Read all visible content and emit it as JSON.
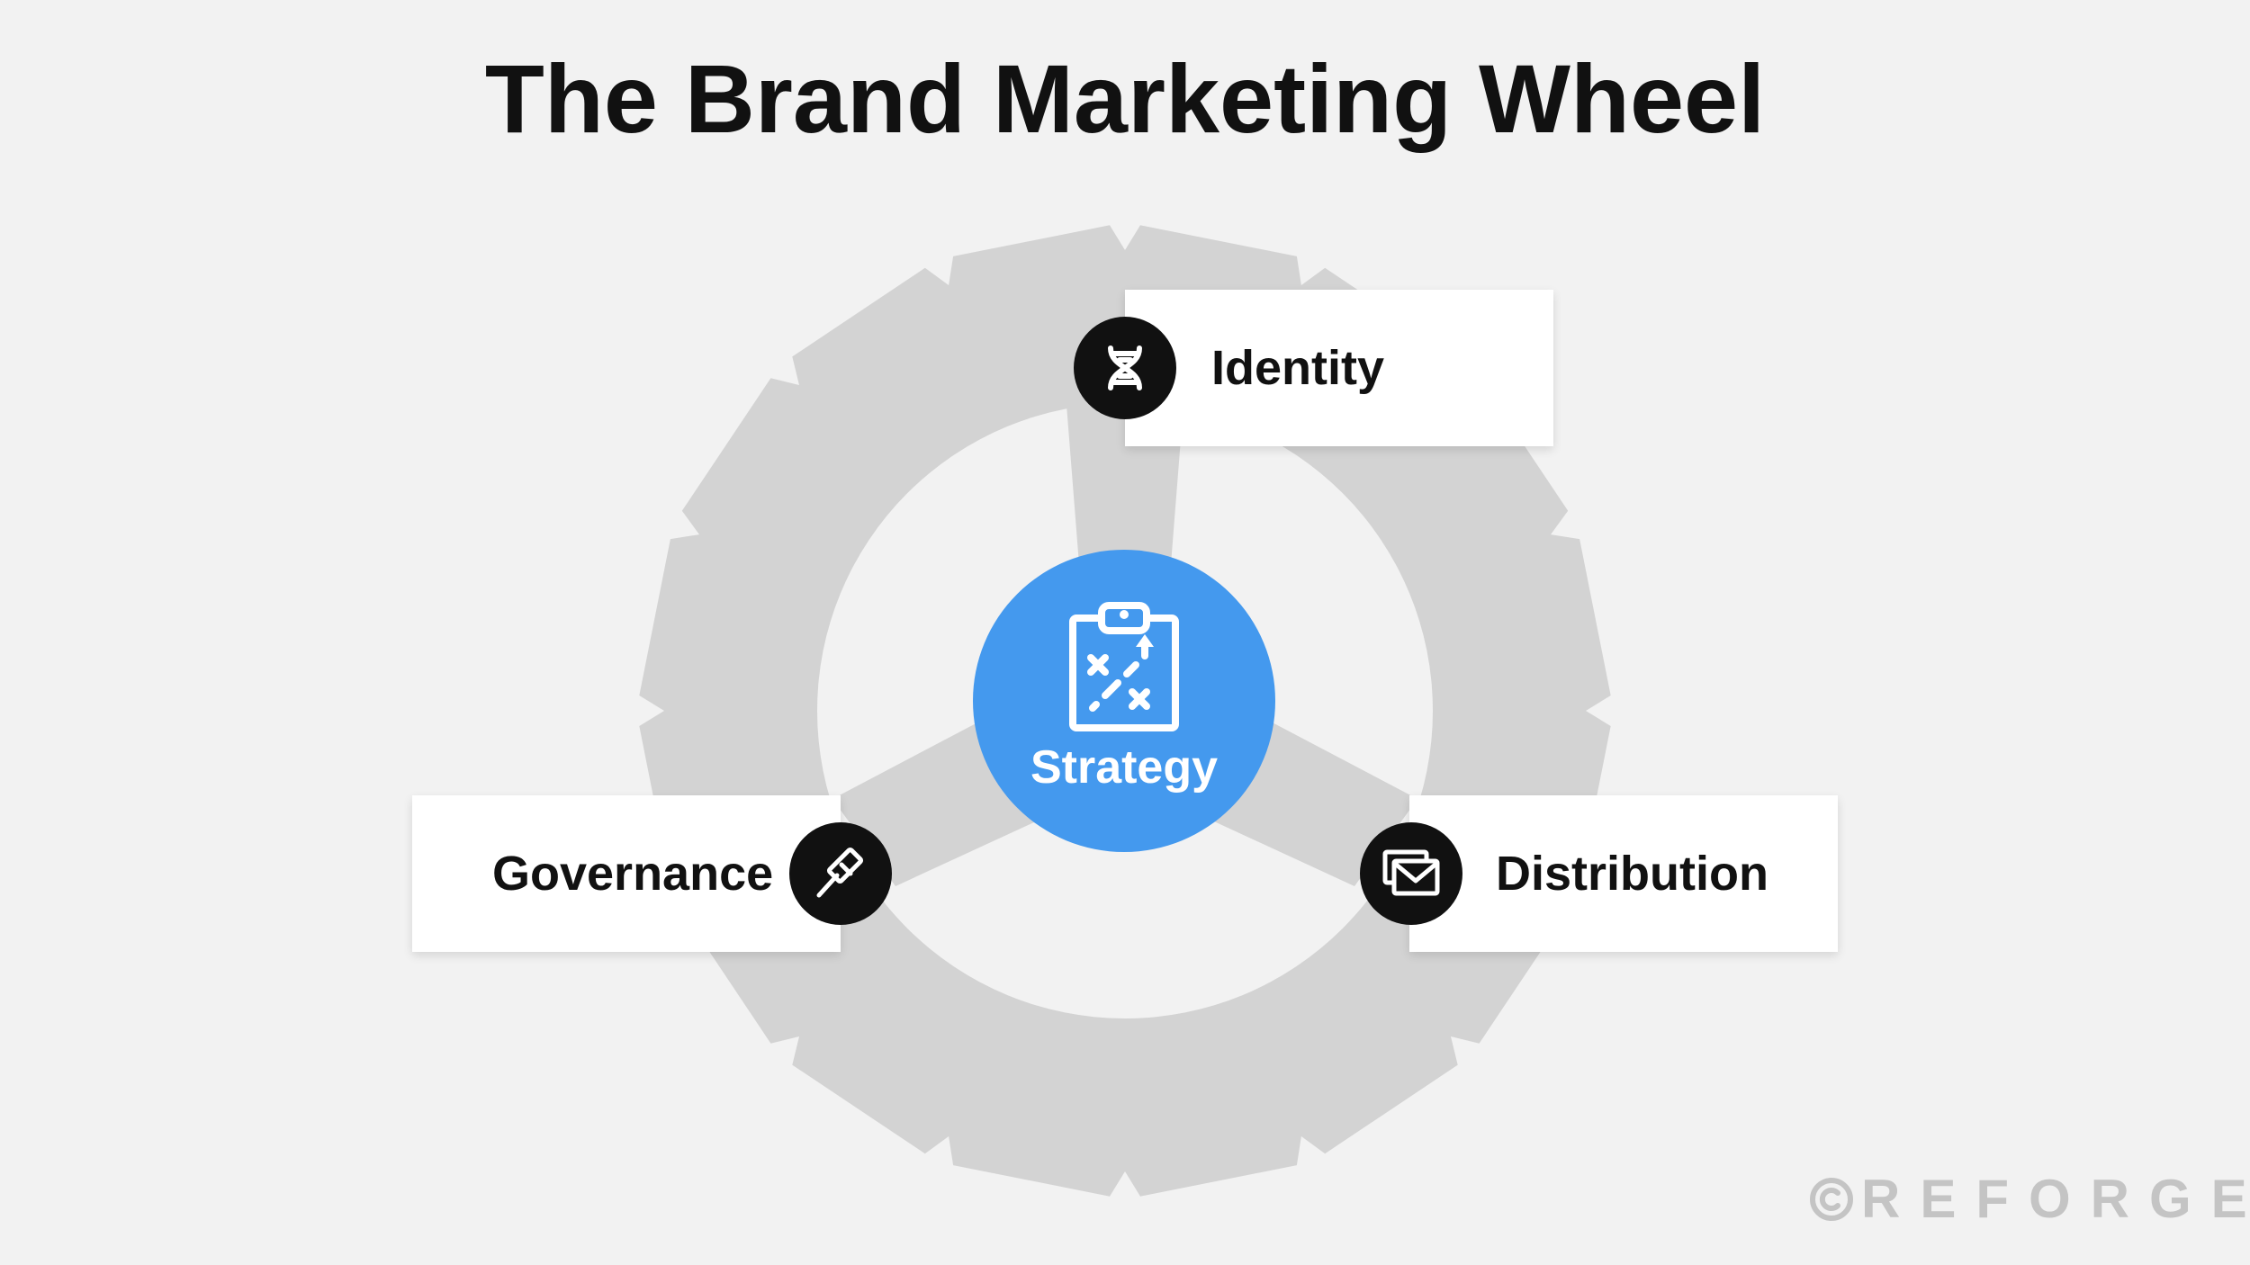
{
  "title": "The Brand Marketing Wheel",
  "center": {
    "label": "Strategy",
    "icon": "clipboard-strategy-icon",
    "color": "#4499ee"
  },
  "nodes": [
    {
      "label": "Identity",
      "icon": "dna-icon"
    },
    {
      "label": "Governance",
      "icon": "gavel-icon"
    },
    {
      "label": "Distribution",
      "icon": "envelope-icon"
    }
  ],
  "brand": {
    "symbol": "©",
    "name": "REFORGE"
  },
  "colors": {
    "background": "#f2f2f2",
    "wheel": "#d3d3d3",
    "badge": "#111111",
    "accent": "#4499ee"
  }
}
